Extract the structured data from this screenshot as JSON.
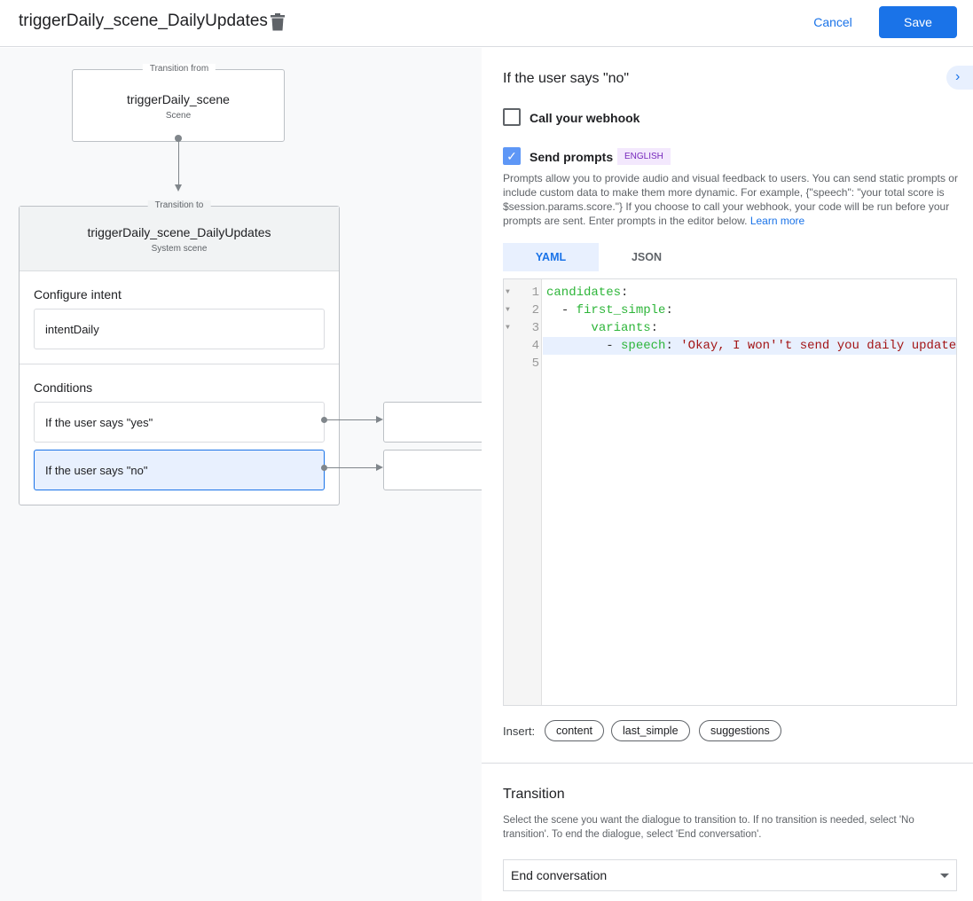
{
  "header": {
    "title": "triggerDaily_scene_DailyUpdates",
    "cancel": "Cancel",
    "save": "Save",
    "icons": {
      "delete": "trash-icon"
    }
  },
  "canvas": {
    "from": {
      "legend": "Transition from",
      "name": "triggerDaily_scene",
      "type": "Scene"
    },
    "to": {
      "legend": "Transition to",
      "name": "triggerDaily_scene_DailyUpdates",
      "type": "System scene"
    },
    "intent": {
      "label": "Configure intent",
      "value": "intentDaily"
    },
    "conditions": {
      "label": "Conditions",
      "items": [
        {
          "text": "If the user says \"yes\""
        },
        {
          "text": "If the user says \"no\"",
          "selected": true
        }
      ]
    }
  },
  "panel": {
    "heading": "If the user says \"no\"",
    "webhook": {
      "label": "Call your webhook",
      "checked": false
    },
    "prompts": {
      "label": "Send prompts",
      "checked": true,
      "badge": "ENGLISH",
      "description": "Prompts allow you to provide audio and visual feedback to users. You can send static prompts or include custom data to make them more dynamic. For example, {\"speech\": \"your total score is $session.params.score.\"} If you choose to call your webhook, your code will be run before your prompts are sent. Enter prompts in the editor below.",
      "learn_more": "Learn more"
    },
    "tabs": [
      {
        "label": "YAML",
        "active": true
      },
      {
        "label": "JSON"
      }
    ],
    "editor": {
      "lines": [
        {
          "n": "1",
          "indent": "",
          "dash": "",
          "key": "candidates",
          "colon": ":",
          "str": ""
        },
        {
          "n": "2",
          "indent": "  ",
          "dash": "- ",
          "key": "first_simple",
          "colon": ":",
          "str": ""
        },
        {
          "n": "3",
          "indent": "      ",
          "dash": "",
          "key": "variants",
          "colon": ":",
          "str": ""
        },
        {
          "n": "4",
          "indent": "        ",
          "dash": "- ",
          "key": "speech",
          "colon": ": ",
          "str": "'Okay, I won''t send you daily update"
        },
        {
          "n": "5",
          "indent": "",
          "dash": "",
          "key": "",
          "colon": "",
          "str": ""
        }
      ]
    },
    "insert": {
      "label": "Insert:",
      "chips": [
        "content",
        "last_simple",
        "suggestions"
      ]
    },
    "transition": {
      "heading": "Transition",
      "description": "Select the scene you want the dialogue to transition to. If no transition is needed, select 'No transition'. To end the dialogue, select 'End conversation'.",
      "selected": "End conversation"
    }
  },
  "colors": {
    "accent": "#1a73e8",
    "selected_bg": "#e8f0fe",
    "badge_bg": "#f3e8fd",
    "badge_fg": "#7627bb",
    "code_key": "#2db539",
    "code_string": "#a31515"
  }
}
